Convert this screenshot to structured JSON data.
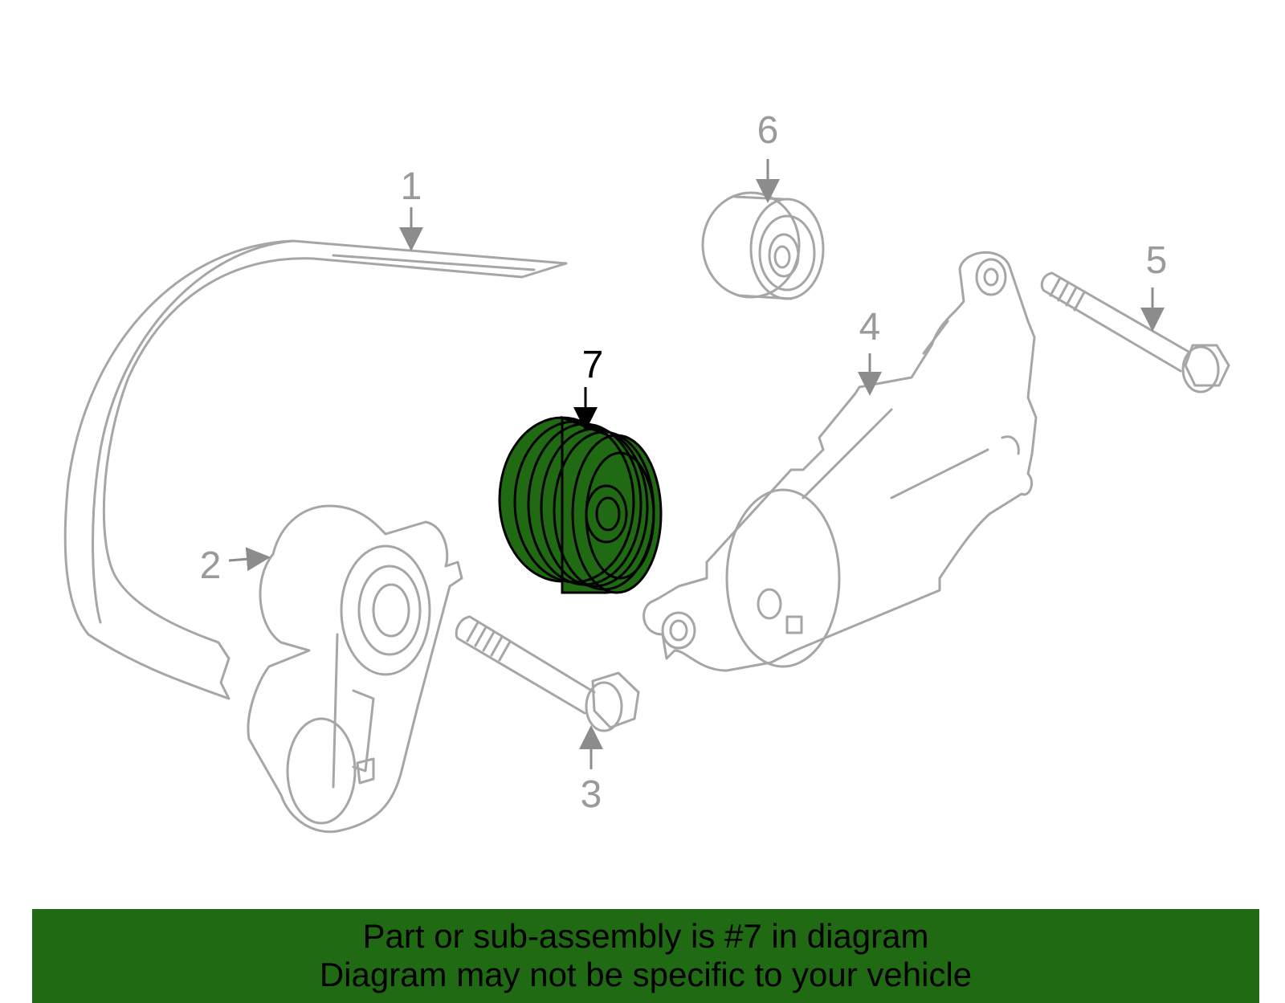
{
  "callouts": {
    "c1": "1",
    "c2": "2",
    "c3": "3",
    "c4": "4",
    "c5": "5",
    "c6": "6",
    "c7": "7"
  },
  "banner": {
    "line1": "Part or sub-assembly is #7 in diagram",
    "line2": "Diagram may not be specific to your vehicle"
  },
  "colors": {
    "highlight": "#1f6a12",
    "line": "#a6a6a6",
    "background": "#ffffff"
  }
}
